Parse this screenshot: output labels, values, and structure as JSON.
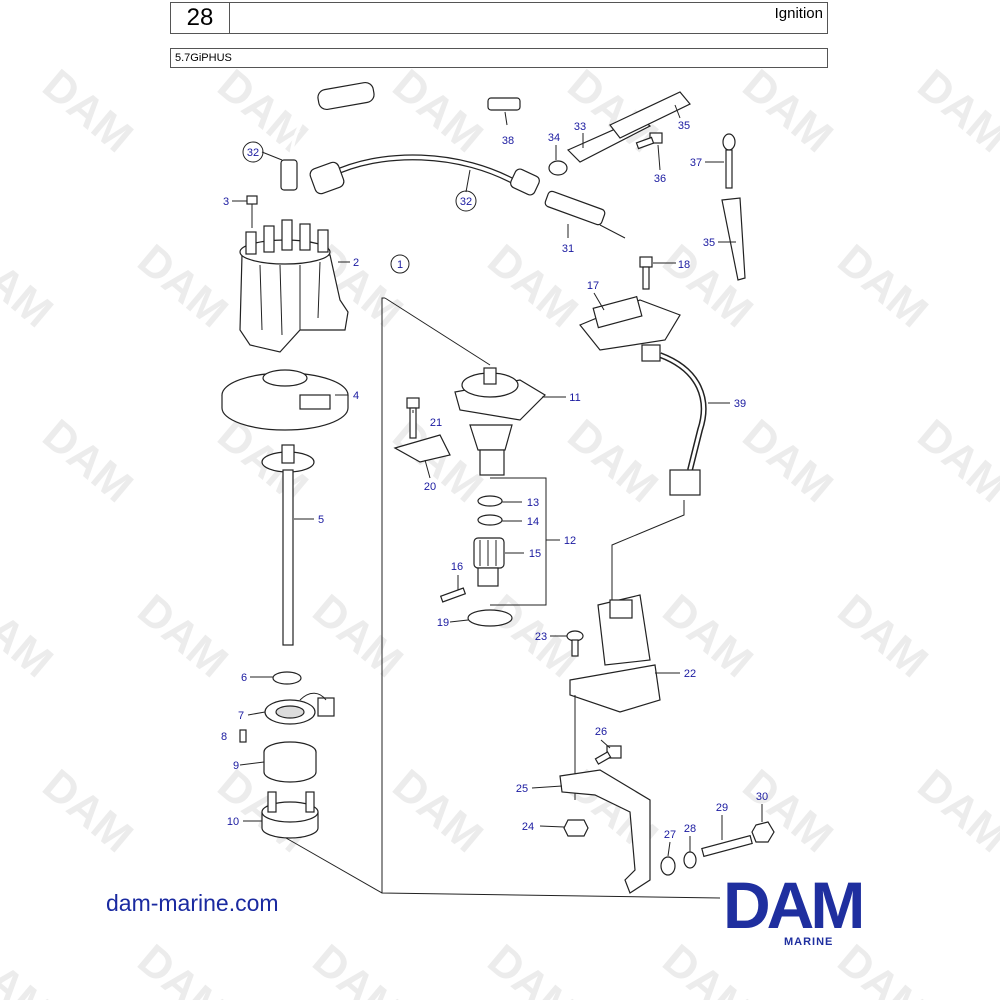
{
  "header": {
    "page_number": "28",
    "title": "Ignition",
    "model": "5.7GiPHUS"
  },
  "footer": {
    "website": "dam-marine.com",
    "brand": "DAM",
    "brand_sub": "MARINE"
  },
  "watermark_text": "DAM",
  "callouts": [
    "1",
    "2",
    "3",
    "4",
    "5",
    "6",
    "7",
    "8",
    "9",
    "10",
    "11",
    "12",
    "13",
    "14",
    "15",
    "16",
    "17",
    "18",
    "19",
    "20",
    "21",
    "22",
    "23",
    "24",
    "25",
    "26",
    "27",
    "28",
    "29",
    "30",
    "31",
    "32",
    "32",
    "33",
    "34",
    "35",
    "35",
    "36",
    "37",
    "38",
    "39"
  ],
  "colors": {
    "callout_text": "#1a1aa0",
    "brand": "#1f2f9f",
    "watermark": "#ececec"
  }
}
